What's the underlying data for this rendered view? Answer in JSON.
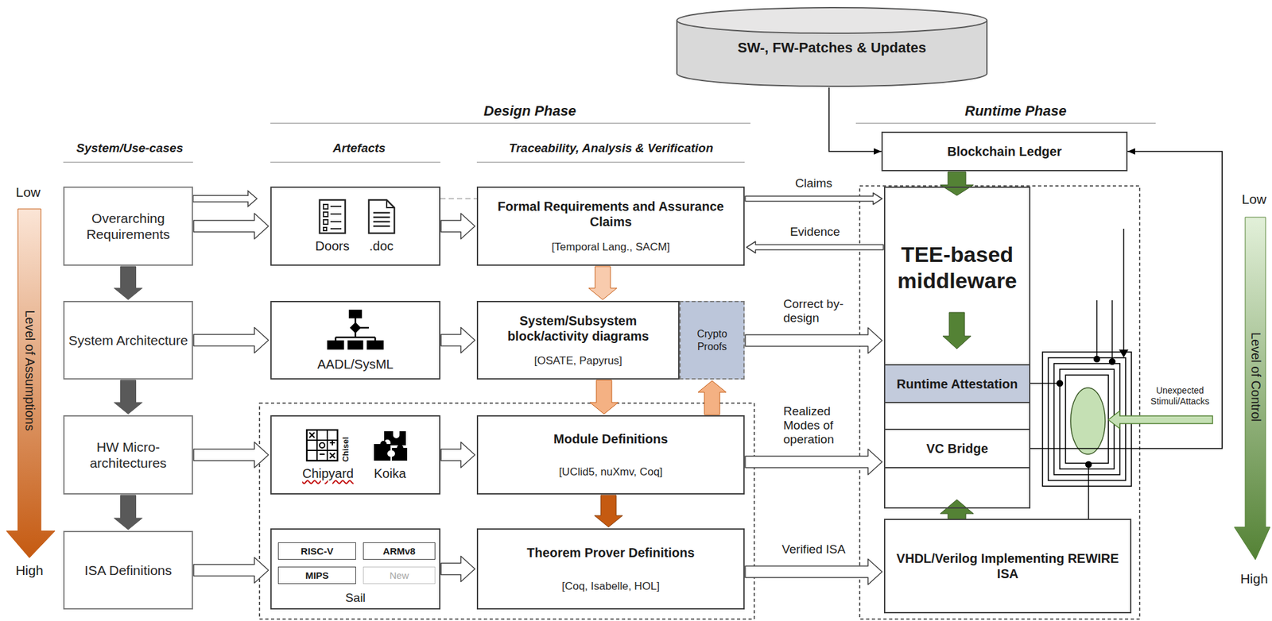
{
  "diagram": {
    "nodes": [
      {
        "text": [
          "SW-, FW-Patches & Updates"
        ]
      },
      {
        "text": [
          "Overarching Requirements"
        ]
      },
      {
        "text": [
          "System Architecture"
        ]
      },
      {
        "text": [
          "HW Micro-architectures"
        ]
      },
      {
        "text": [
          "ISA Definitions"
        ]
      },
      {
        "text": [
          "Doors",
          ".doc"
        ]
      },
      {
        "text": [
          "AADL/SysML"
        ]
      },
      {
        "text": [
          "Chisel",
          "Chipyard",
          "Koika"
        ]
      },
      {
        "text": [
          "Sail"
        ]
      },
      {
        "text": [
          "RISC-V"
        ],
        "in": 8
      },
      {
        "text": [
          "ARMv8"
        ],
        "in": 8
      },
      {
        "text": [
          "MIPS"
        ],
        "in": 8
      },
      {
        "text": [
          "New"
        ],
        "in": 8
      },
      {
        "text": [
          "Formal Requirements and Assurance Claims",
          "[Temporal Lang., SACM]"
        ]
      },
      {
        "text": [
          "System/Subsystem block/activity diagrams",
          "[OSATE, Papyrus]"
        ]
      },
      {
        "text": [
          "Crypto Proofs"
        ]
      },
      {
        "text": [
          "Module Definitions",
          "[UClid5, nuXmv, Coq]"
        ]
      },
      {
        "text": [
          "Theorem Prover Definitions",
          "[Coq, Isabelle, HOL]"
        ]
      },
      {
        "text": [
          "Blockchain Ledger"
        ]
      },
      {
        "text": [
          "TEE-based middleware"
        ]
      },
      {
        "text": [
          "Runtime Attestation"
        ],
        "in": 19
      },
      {
        "text": [
          "VC Bridge"
        ],
        "in": 19
      },
      {
        "text": [
          "VHDL/Verilog Implementing REWIRE ISA"
        ]
      }
    ],
    "edges": [
      {
        "from": 0,
        "to": 18,
        "arrow": "to"
      },
      {
        "from": 1,
        "to": 2,
        "arrow": "to"
      },
      {
        "from": 2,
        "to": 3,
        "arrow": "to"
      },
      {
        "from": 3,
        "to": 4,
        "arrow": "to"
      },
      {
        "from": 1,
        "to": 5,
        "arrow": "to"
      },
      {
        "from": 2,
        "to": 6,
        "arrow": "to"
      },
      {
        "from": 3,
        "to": 7,
        "arrow": "to"
      },
      {
        "from": 4,
        "to": 8,
        "arrow": "to"
      },
      {
        "from": 5,
        "to": 13,
        "arrow": "to"
      },
      {
        "from": 6,
        "to": 14,
        "arrow": "to"
      },
      {
        "from": 7,
        "to": 16,
        "arrow": "to"
      },
      {
        "from": 8,
        "to": 17,
        "arrow": "to"
      },
      {
        "from": 13,
        "to": 14,
        "arrow": "to"
      },
      {
        "from": 14,
        "to": 16,
        "arrow": "to"
      },
      {
        "from": 16,
        "to": 17,
        "arrow": "to"
      },
      {
        "from": 16,
        "to": 15,
        "arrow": "to"
      },
      {
        "from": 13,
        "to": 19,
        "label": "Claims",
        "arrow": "to"
      },
      {
        "from": 19,
        "to": 13,
        "label": "Evidence",
        "arrow": "to"
      },
      {
        "from": 15,
        "to": 19,
        "label": "Correct by-design",
        "arrow": "to"
      },
      {
        "from": 16,
        "to": 19,
        "label": "Realized Modes of operation",
        "arrow": "to"
      },
      {
        "from": 17,
        "to": 22,
        "label": "Verified ISA",
        "arrow": "to"
      },
      {
        "from": 18,
        "to": 19,
        "arrow": "to"
      },
      {
        "from": 22,
        "to": 19,
        "arrow": "to"
      },
      {
        "from": 21,
        "to": 18,
        "arrow": "to"
      }
    ],
    "labels": [
      "Design Phase",
      "Runtime Phase",
      "System/Use-cases",
      "Artefacts",
      "Traceability, Analysis & Verification",
      "Low",
      "High",
      "Level of Assumptions",
      "Low",
      "High",
      "Level of Control",
      "Unexpected Stimuli/Attacks"
    ]
  }
}
